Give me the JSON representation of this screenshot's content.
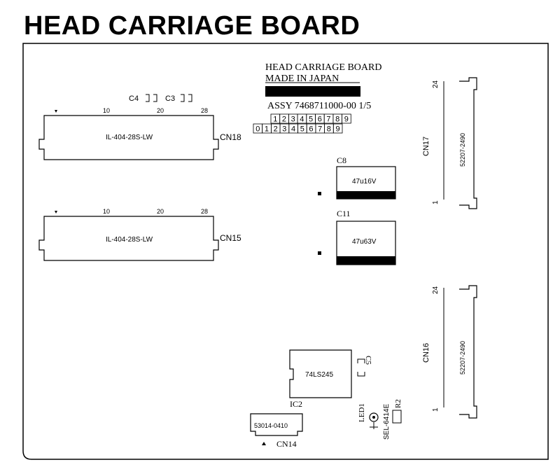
{
  "title": "HEAD CARRIAGE BOARD",
  "silkscreen": {
    "line1": "HEAD CARRIAGE BOARD",
    "line2": "MADE IN JAPAN",
    "assy": "ASSY  7468711000-00  1/5",
    "grid_top": [
      "1",
      "2",
      "3",
      "4",
      "5",
      "6",
      "7",
      "8",
      "9"
    ],
    "grid_bottom": [
      "0",
      "1",
      "2",
      "3",
      "4",
      "5",
      "6",
      "7",
      "8",
      "9"
    ]
  },
  "connectors": {
    "cn18": {
      "ref": "CN18",
      "part": "IL-404-28S-LW",
      "pins": [
        "10",
        "20",
        "28"
      ]
    },
    "cn15": {
      "ref": "CN15",
      "part": "IL-404-28S-LW",
      "pins": [
        "10",
        "20",
        "28"
      ]
    },
    "cn17": {
      "ref": "CN17",
      "part": "52207-2490",
      "pin_top": "24",
      "pin_bottom": "1"
    },
    "cn16": {
      "ref": "CN16",
      "part": "52207-2490",
      "pin_top": "24",
      "pin_bottom": "1"
    },
    "cn14": {
      "ref": "CN14",
      "part": "53014-0410"
    }
  },
  "components": {
    "c4": "C4",
    "c3": "C3",
    "c8": {
      "ref": "C8",
      "value": "47u16V"
    },
    "c11": {
      "ref": "C11",
      "value": "47u63V"
    },
    "ic2": {
      "ref": "IC2",
      "part": "74LS245"
    },
    "c5": "C5",
    "led1": {
      "ref": "LED1",
      "part": "SEL-6414E"
    },
    "r2": "R2"
  }
}
